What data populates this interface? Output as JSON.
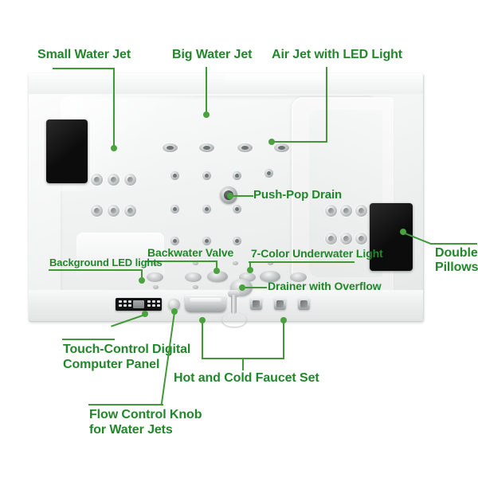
{
  "image": {
    "subject": "Whirlpool bathtub top view with feature callouts",
    "accent_color": "#22862a",
    "leader_color": "#3f9a36",
    "background_color": "#ffffff"
  },
  "callouts": [
    {
      "id": "small-water-jet",
      "label": "Small Water Jet"
    },
    {
      "id": "big-water-jet",
      "label": "Big Water Jet"
    },
    {
      "id": "air-jet-led",
      "label": "Air Jet with LED Light"
    },
    {
      "id": "push-pop-drain",
      "label": "Push-Pop Drain"
    },
    {
      "id": "double-pillows-line1",
      "label": "Double"
    },
    {
      "id": "double-pillows-line2",
      "label": "Pillows"
    },
    {
      "id": "backwater-valve",
      "label": "Backwater Valve"
    },
    {
      "id": "background-led-lights",
      "label": "Background LED lights"
    },
    {
      "id": "seven-color-light",
      "label": "7-Color Underwater Light"
    },
    {
      "id": "drainer-with-overflow",
      "label": "Drainer with Overflow"
    },
    {
      "id": "touch-panel-line1",
      "label": "Touch-Control Digital"
    },
    {
      "id": "touch-panel-line2",
      "label": "Computer Panel"
    },
    {
      "id": "hot-cold-faucet",
      "label": "Hot and Cold Faucet Set"
    },
    {
      "id": "flow-knob-line1",
      "label": "Flow Control Knob"
    },
    {
      "id": "flow-knob-line2",
      "label": "for Water Jets"
    }
  ],
  "parts": {
    "pillow_left": "left-pillow",
    "pillow_right": "right-pillow",
    "control_panel": "touch-control-digital-computer-panel",
    "flow_knob": "flow-control-knob",
    "faucet_spout": "faucet-spout",
    "hand_shower": "hand-shower",
    "valve_1": "mixer-valve-1",
    "valve_2": "mixer-valve-2",
    "valve_3": "mixer-valve-3"
  }
}
